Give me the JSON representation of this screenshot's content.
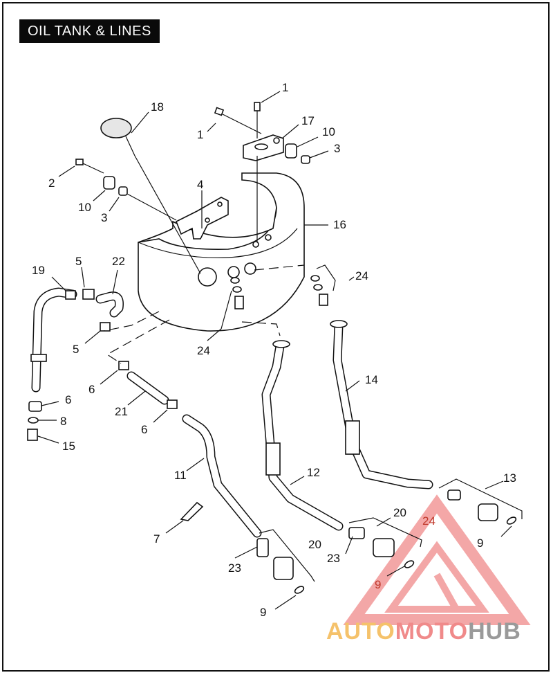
{
  "title": "OIL TANK & LINES",
  "labels": {
    "l1a": "1",
    "l1b": "1",
    "l2": "2",
    "l3a": "3",
    "l3b": "3",
    "l4": "4",
    "l5a": "5",
    "l5b": "5",
    "l6a": "6",
    "l6b": "6",
    "l6c": "6",
    "l7": "7",
    "l8": "8",
    "l9a": "9",
    "l9b": "9",
    "l9c": "9",
    "l10a": "10",
    "l10b": "10",
    "l11": "11",
    "l12": "12",
    "l13": "13",
    "l14": "14",
    "l15": "15",
    "l16": "16",
    "l17": "17",
    "l18": "18",
    "l19": "19",
    "l20a": "20",
    "l20b": "20",
    "l21": "21",
    "l22": "22",
    "l23a": "23",
    "l23b": "23",
    "l24a": "24",
    "l24b": "24",
    "l24c": "24"
  },
  "watermark": {
    "part1": "AUTO",
    "part2": "MOTO",
    "part3": "HUB"
  },
  "colors": {
    "title_bg": "#0a0a0a",
    "watermark_red": "#f08a8a",
    "watermark_orange": "#f5c26b",
    "watermark_gray": "#9a9a9a"
  }
}
